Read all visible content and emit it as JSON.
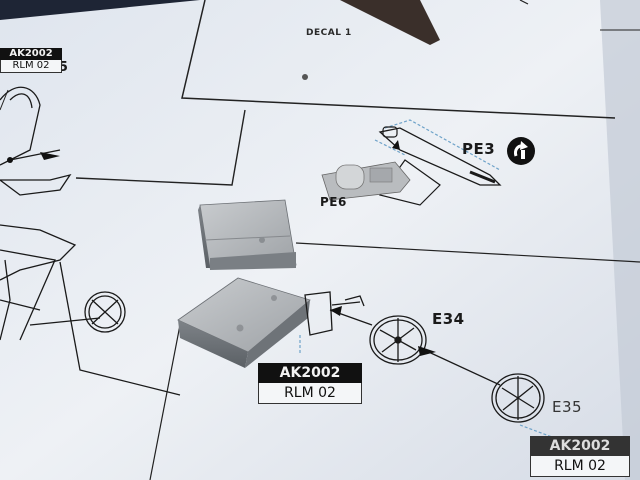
{
  "decal_label": "DECAL 1",
  "part_labels": {
    "pe3": "PE3",
    "e55": "E55",
    "e34": "E34",
    "e35": "E35",
    "pe_partial": "PE6"
  },
  "paint_callouts": [
    {
      "code": "AK2002",
      "name": "RLM 02"
    },
    {
      "code": "AK2002",
      "name": "RLM 02"
    },
    {
      "code": "AK2002",
      "name": "RLM 02"
    }
  ],
  "icons": {
    "direction": "rotate-arrow-icon"
  },
  "colors": {
    "paper": "#e8ecf1",
    "ink": "#1a1a1a",
    "resin_part": "#a9acb0",
    "photo_etch_outline": "#6fa3c9"
  }
}
